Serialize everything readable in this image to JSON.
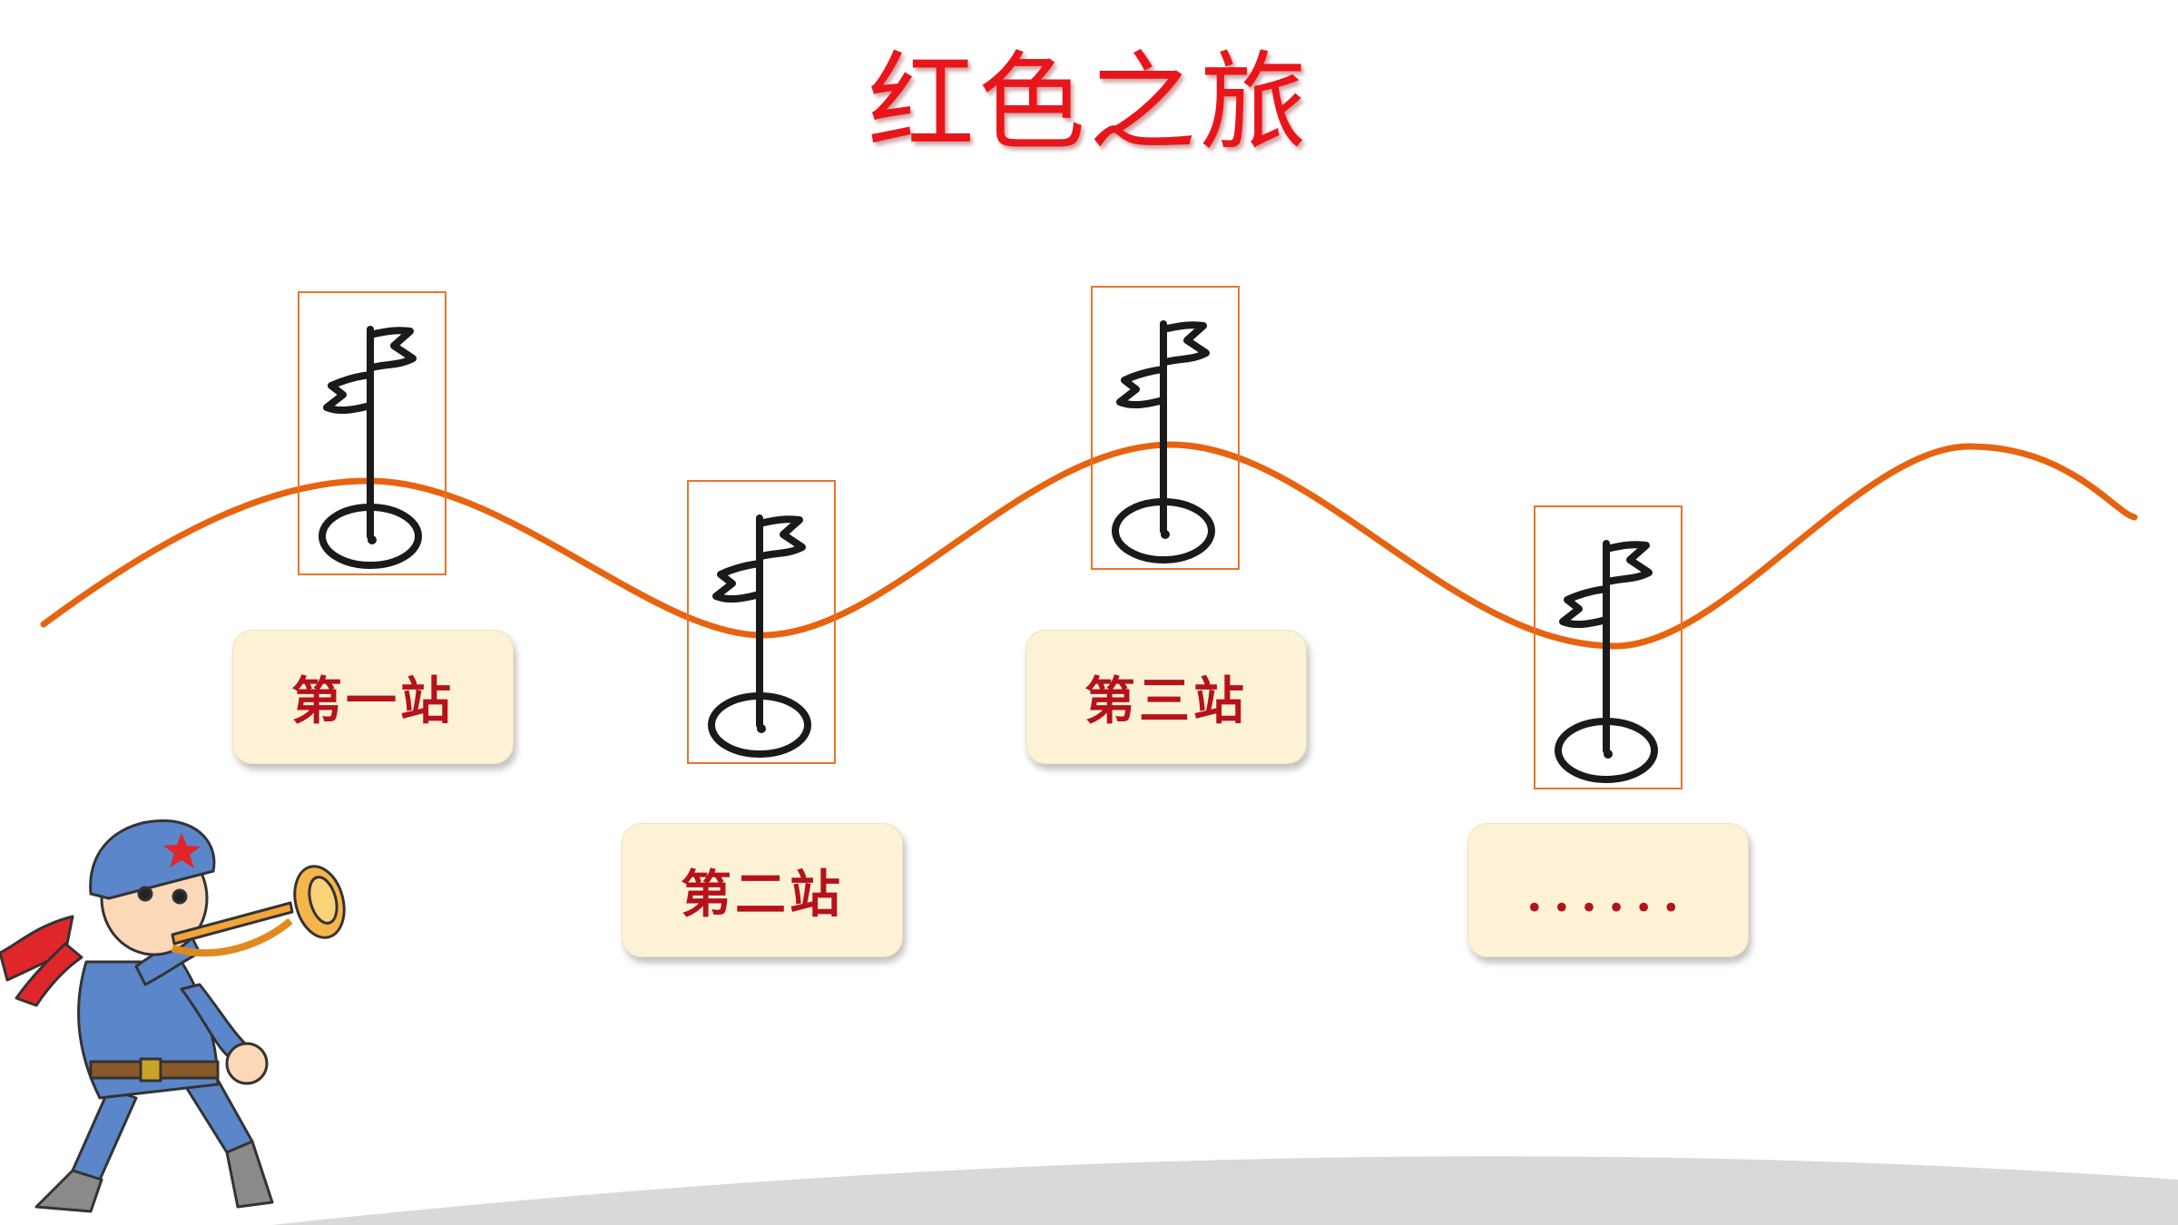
{
  "title": "红色之旅",
  "stations": [
    {
      "label": "第一站"
    },
    {
      "label": "第二站"
    },
    {
      "label": "第三站"
    },
    {
      "label": "......"
    }
  ],
  "colors": {
    "title": "#e8161b",
    "route": "#e8630f",
    "box_border": "#e8742b",
    "station_bg": "#fdf2d6",
    "station_text": "#b5121b"
  },
  "icons": [
    "flag-marker-icon",
    "bugler-soldier-illustration"
  ]
}
